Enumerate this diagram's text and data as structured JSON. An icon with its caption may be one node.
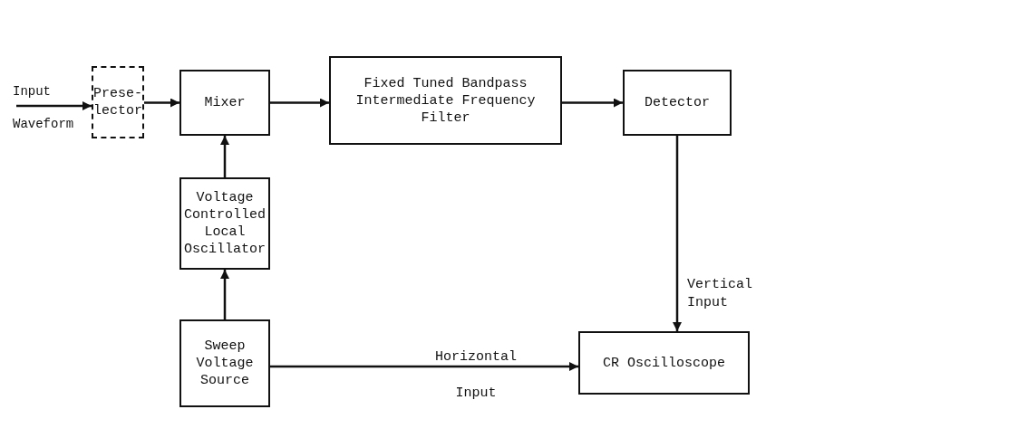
{
  "diagram": {
    "nodes": [
      {
        "text": [
          "Prese- lector"
        ]
      },
      {
        "text": [
          "Mixer"
        ]
      },
      {
        "text": [
          "Fixed Tuned Bandpass Intermediate Frequency Filter"
        ]
      },
      {
        "text": [
          "Detector"
        ]
      },
      {
        "text": [
          "Voltage Controlled Local Oscillator"
        ]
      },
      {
        "text": [
          "Sweep Voltage Source"
        ]
      },
      {
        "text": [
          "CR Oscilloscope"
        ]
      }
    ],
    "edges": [
      {
        "from": null,
        "to": 0,
        "arrow": "to",
        "label": "Input Waveform"
      },
      {
        "from": 0,
        "to": 1,
        "arrow": "to"
      },
      {
        "from": 1,
        "to": 2,
        "arrow": "to"
      },
      {
        "from": 2,
        "to": 3,
        "arrow": "to"
      },
      {
        "from": 4,
        "to": 1,
        "arrow": "to"
      },
      {
        "from": 5,
        "to": 4,
        "arrow": "to"
      },
      {
        "from": 3,
        "to": 6,
        "arrow": "to",
        "label": "Vertical Input"
      },
      {
        "from": 5,
        "to": 6,
        "arrow": "to",
        "label": "Horizontal Input"
      }
    ]
  }
}
